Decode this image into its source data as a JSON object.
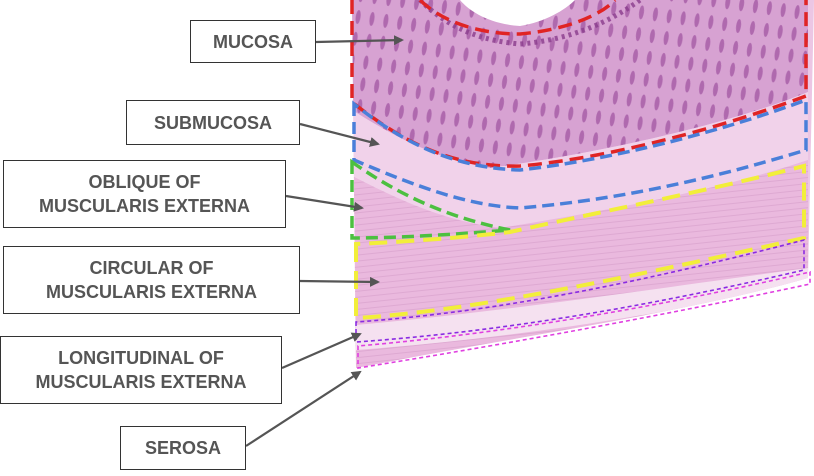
{
  "labels": {
    "mucosa": "MUCOSA",
    "submucosa": "SUBMUCOSA",
    "oblique_line1": "OBLIQUE OF",
    "oblique_line2": "MUSCULARIS EXTERNA",
    "circular_line1": "CIRCULAR OF",
    "circular_line2": "MUSCULARIS EXTERNA",
    "longitudinal_line1": "LONGITUDINAL OF",
    "longitudinal_line2": "MUSCULARIS EXTERNA",
    "serosa": "SEROSA"
  },
  "colors": {
    "mucosa": "#e02424",
    "submucosa": "#4a7fd9",
    "oblique": "#4cc040",
    "circular": "#f2ee3a",
    "longitudinal": "#8a2be2",
    "serosa": "#e040e0",
    "arrow": "#555555",
    "tissue_base": "#e9bfe0",
    "tissue_dark": "#8a3c8c"
  }
}
